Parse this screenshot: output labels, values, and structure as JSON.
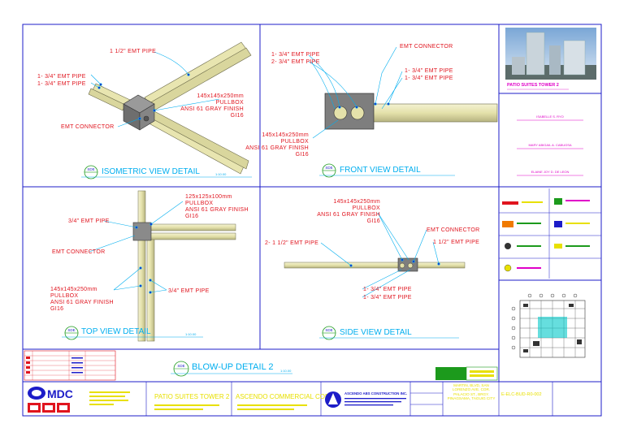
{
  "views": {
    "iso": {
      "title": "ISOMETRIC VIEW DETAIL",
      "scale": "1:10.00",
      "labels": [
        "1 1/2\" EMT PIPE",
        "1- 3/4\" EMT PIPE",
        "1- 3/4\" EMT PIPE",
        "EMT CONNECTOR"
      ],
      "pullbox": [
        "145x145x250mm",
        "PULLBOX",
        "ANSI 61 GRAY FINISH",
        "GI16"
      ]
    },
    "front": {
      "title": "FRONT VIEW DETAIL",
      "labels": [
        "1- 3/4\" EMT PIPE",
        "2- 3/4\" EMT PIPE",
        "EMT CONNECTOR",
        "1- 3/4\" EMT PIPE",
        "1- 3/4\" EMT PIPE"
      ],
      "pullbox": [
        "145x145x250mm",
        "PULLBOX",
        "ANSI 61 GRAY FINISH",
        "GI16"
      ]
    },
    "top": {
      "title": "TOP VIEW DETAIL",
      "scale": "1:10.00",
      "labels": [
        "3/4\" EMT PIPE",
        "EMT CONNECTOR",
        "3/4\" EMT PIPE"
      ],
      "pullbox_small": [
        "125x125x100mm",
        "PULLBOX",
        "ANSI 61 GRAY FINISH",
        "GI16"
      ],
      "pullbox": [
        "145x145x250mm",
        "PULLBOX",
        "ANSI 61 GRAY FINISH",
        "GI16"
      ]
    },
    "side": {
      "title": "SIDE VIEW DETAIL",
      "labels": [
        "2- 1 1/2\" EMT PIPE",
        "EMT CONNECTOR",
        "1 1/2\" EMT PIPE",
        "1- 3/4\" EMT PIPE",
        "1- 3/4\" EMT PIPE"
      ],
      "pullbox": [
        "145x145x250mm",
        "PULLBOX",
        "ANSI 61 GRAY FINISH",
        "GI16"
      ]
    }
  },
  "bubble_code": "SDE",
  "blowup": {
    "title": "BLOW-UP DETAIL 2",
    "scale": "1:10.00"
  },
  "title_block": {
    "project": "PATIO SUITES TOWER 2",
    "project_caption": "PATIO SUITES TOWER 2",
    "names": [
      "ISABELLE S. RYO",
      "MARY ABIGAIL A. CABUGSA",
      "ELAINE JOY D. DE LEON"
    ],
    "client": "ASCENDO COMMERCIAL CORP.",
    "contractor": "ASCENDO ABS CONSTRUCTION INC.",
    "sheet_title": "MARTIN, BLVD, SAN LORENZO AVE. COR. PALACIO ST., BRGY. PINAGSAMA, TAGUIG CITY",
    "sheet_no": "E-ELC-BUD-R0-002",
    "company": "MDC"
  },
  "colors": {
    "red": "#e0141e",
    "cyan": "#00aeef",
    "magenta": "#e000c8",
    "yellow": "#e8e000",
    "navy": "#1c1cc8",
    "pipe": "#e9e6b6",
    "box": "#7a7a7a"
  }
}
